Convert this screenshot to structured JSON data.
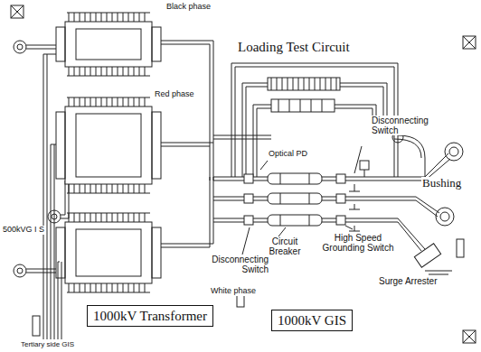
{
  "diagram": {
    "nodes": [
      {
        "text": [
          "1000kV Transformer"
        ]
      },
      {
        "text": [
          "1000kV GIS"
        ]
      }
    ],
    "labels": [
      "Black phase",
      "Red phase",
      "500kVG I S",
      "White phase",
      "Loading Test Circuit",
      "Disconnecting Switch",
      "Optical PD",
      "Disconnecting Switch",
      "Circuit Breaker",
      "High Speed Grounding Switch",
      "Bushing",
      "Surge Arrester",
      "Tertiary side GIS"
    ]
  }
}
